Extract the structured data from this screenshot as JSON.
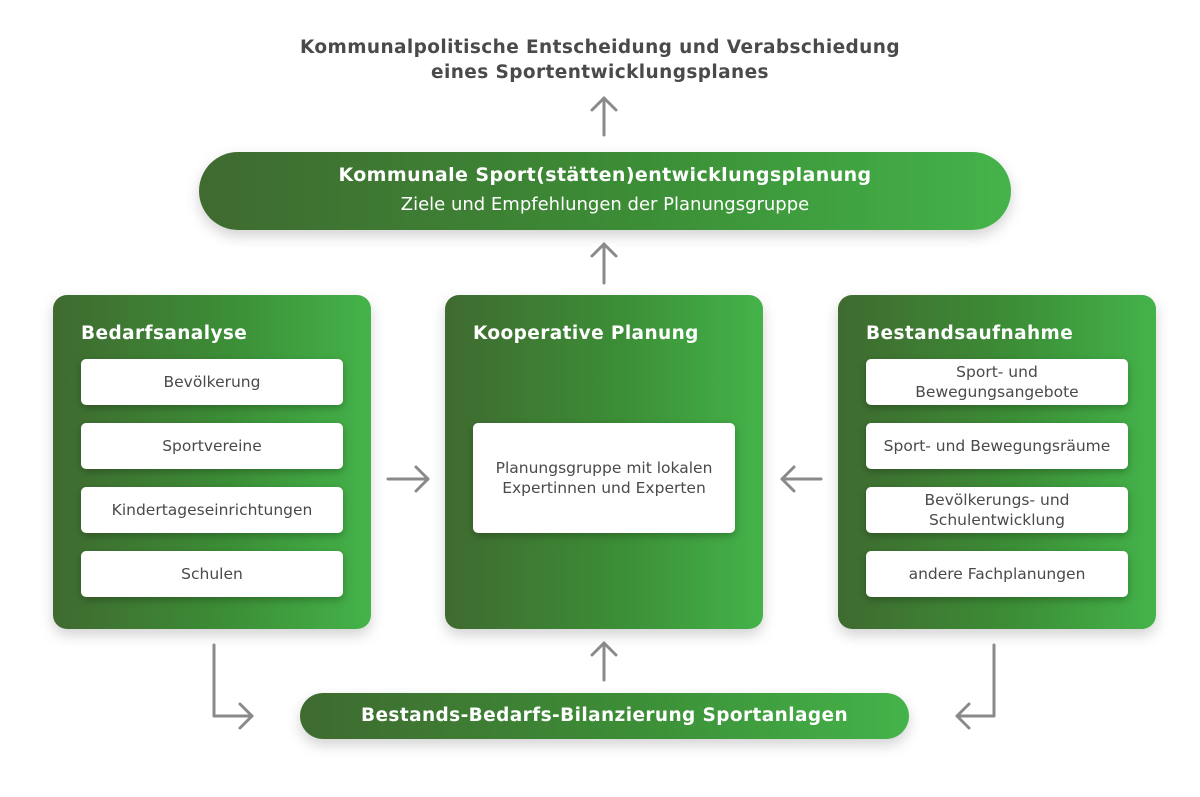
{
  "top_title": {
    "line1": "Kommunalpolitische Entscheidung und Verabschiedung",
    "line2": "eines Sportentwicklungsplanes"
  },
  "planning_pill": {
    "title": "Kommunale Sport(stätten)entwicklungsplanung",
    "subtitle": "Ziele und Empfehlungen der Planungsgruppe"
  },
  "bedarfsanalyse": {
    "title": "Bedarfsanalyse",
    "items": [
      "Bevölkerung",
      "Sportvereine",
      "Kindertageseinrichtungen",
      "Schulen"
    ]
  },
  "kooperative_planung": {
    "title": "Kooperative Planung",
    "box": "Planungsgruppe mit lokalen\nExpertinnen und Experten"
  },
  "bestandsaufnahme": {
    "title": "Bestandsaufnahme",
    "items": [
      "Sport- und\nBewegungsangebote",
      "Sport- und Bewegungsräume",
      "Bevölkerungs- und\nSchulentwicklung",
      "andere Fachplanungen"
    ]
  },
  "bilanzierung_pill": {
    "title": "Bestands-Bedarfs-Bilanzierung Sportanlagen"
  },
  "colors": {
    "gradient_start": "#3f6a30",
    "gradient_end": "#44b34a",
    "text_dark": "#4a4a4a",
    "arrow": "#8a8a8a"
  }
}
